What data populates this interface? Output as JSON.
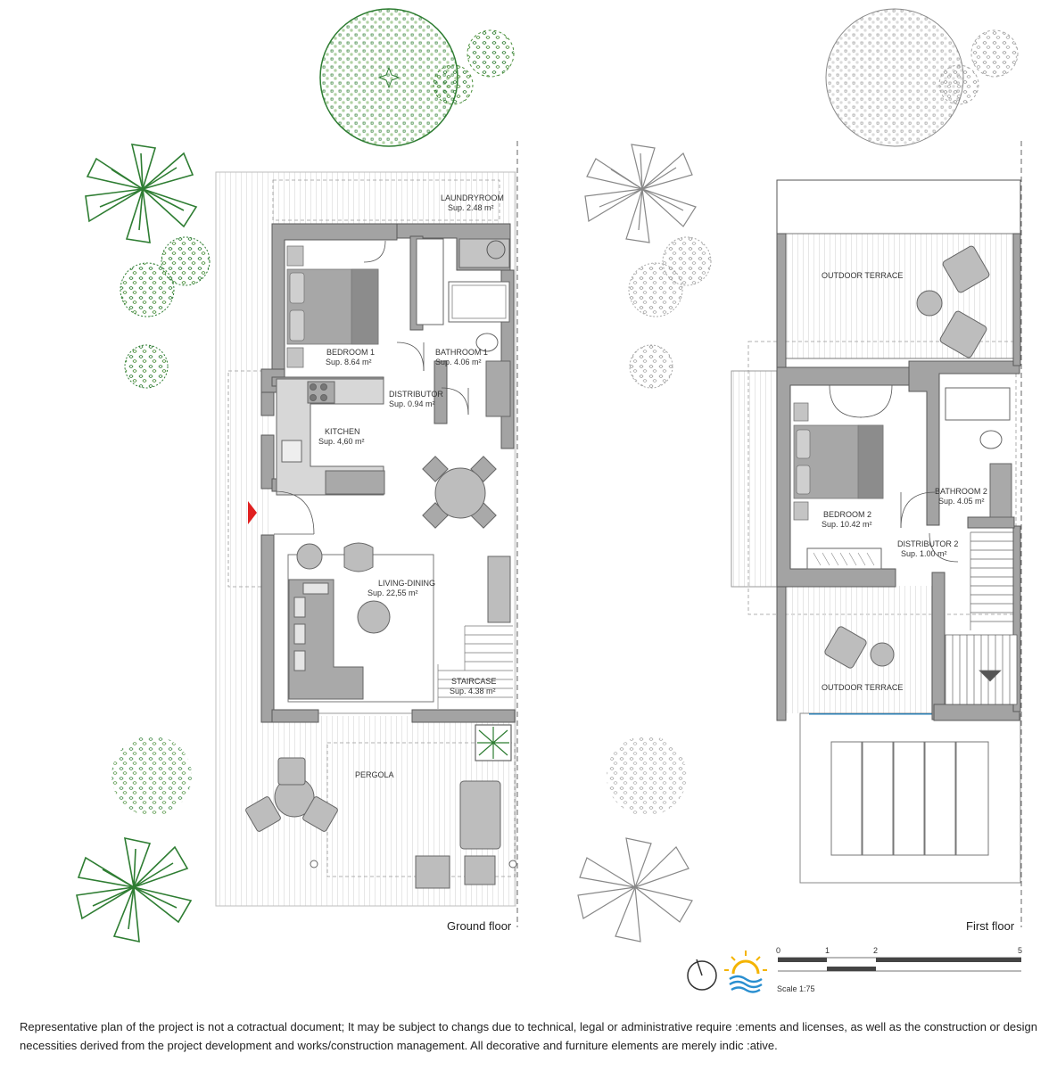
{
  "plans": {
    "ground": {
      "floor_label": "Ground floor",
      "rooms": [
        {
          "name": "LAUNDRYROOM",
          "area": "Sup. 2.48 m²"
        },
        {
          "name": "BEDROOM 1",
          "area": "Sup. 8.64 m²"
        },
        {
          "name": "BATHROOM 1",
          "area": "Sup. 4.06 m²"
        },
        {
          "name": "DISTRIBUTOR",
          "area": "Sup. 0.94 m²"
        },
        {
          "name": "KITCHEN",
          "area": "Sup. 4,60 m²"
        },
        {
          "name": "LIVING-DINING",
          "area": "Sup. 22,55 m²"
        },
        {
          "name": "STAIRCASE",
          "area": "Sup. 4.38 m²"
        },
        {
          "name": "PERGOLA",
          "area": ""
        }
      ]
    },
    "first": {
      "floor_label": "First floor",
      "rooms": [
        {
          "name": "OUTDOOR TERRACE",
          "area": ""
        },
        {
          "name": "BEDROOM 2",
          "area": "Sup. 10.42 m²"
        },
        {
          "name": "BATHROOM 2",
          "area": "Sup. 4.05 m²"
        },
        {
          "name": "DISTRIBUTOR 2",
          "area": "Sup. 1.00 m²"
        },
        {
          "name": "OUTDOOR TERRACE",
          "area": ""
        }
      ]
    }
  },
  "scale_bar": {
    "ticks": [
      "0",
      "1",
      "2",
      "5"
    ],
    "label": "Scale 1:75"
  },
  "colors": {
    "wall": "#a3a3a3",
    "wall_dark": "#5a5a5a",
    "tree_green": "#2e7d32",
    "tree_light": "#6aa84f",
    "tree_grey": "#9a9a9a",
    "entrance_arrow": "#e02020",
    "glazing": "#2a7fb5",
    "sun": "#f4b400",
    "sea": "#2a8fd0"
  },
  "icons": [
    "north-arrow-icon",
    "sun-sea-logo-icon",
    "entrance-arrow-icon"
  ],
  "disclaimer": {
    "line1": "Representative plan of the project is not a cotractual document; It may be subject to changs due to technical, legal or administrative require :ements and licenses, as well as the construction   or design",
    "line2": "necessities derived from the project development and works/construction management. All decorative and furniture elements are merely indic :ative."
  }
}
